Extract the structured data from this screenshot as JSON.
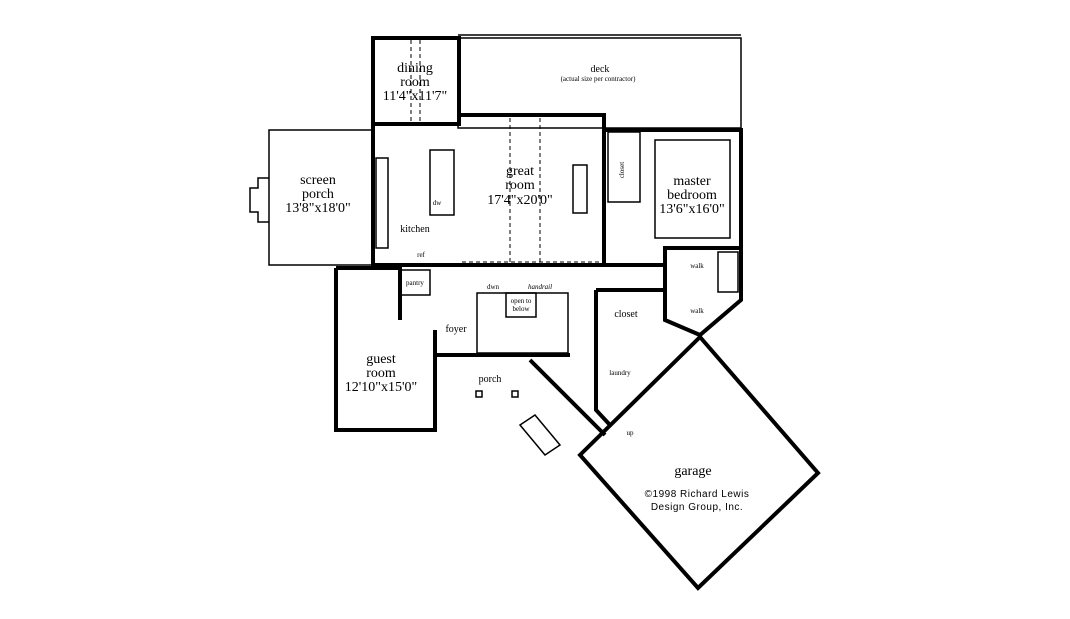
{
  "plan": {
    "deck": {
      "name": "deck",
      "note": "(actual size per contractor)"
    },
    "dining": {
      "name": "dining",
      "name2": "room",
      "size": "11'4\"x11'7\""
    },
    "great": {
      "name": "great",
      "name2": "room",
      "size": "17'4\"x20'0\""
    },
    "screen_porch": {
      "name": "screen",
      "name2": "porch",
      "size": "13'8\"x18'0\""
    },
    "kitchen": {
      "name": "kitchen",
      "pantry": "pantry",
      "ref": "ref",
      "dw": "dw"
    },
    "master": {
      "name": "master",
      "name2": "bedroom",
      "size": "13'6\"x16'0\"",
      "closet": "closet",
      "walk1": "walk",
      "walk2": "walk"
    },
    "guest": {
      "name": "guest",
      "name2": "room",
      "size": "12'10\"x15'0\""
    },
    "foyer": "foyer",
    "porch": "porch",
    "stairs": {
      "down": "dwn",
      "handrail": "handrail",
      "open": "open to",
      "open2": "below"
    },
    "closet2": "closet",
    "laundry": "laundry",
    "garage": {
      "name": "garage",
      "up": "up"
    },
    "copyright": {
      "line1": "©1998 Richard Lewis",
      "line2": "Design Group, Inc."
    }
  }
}
